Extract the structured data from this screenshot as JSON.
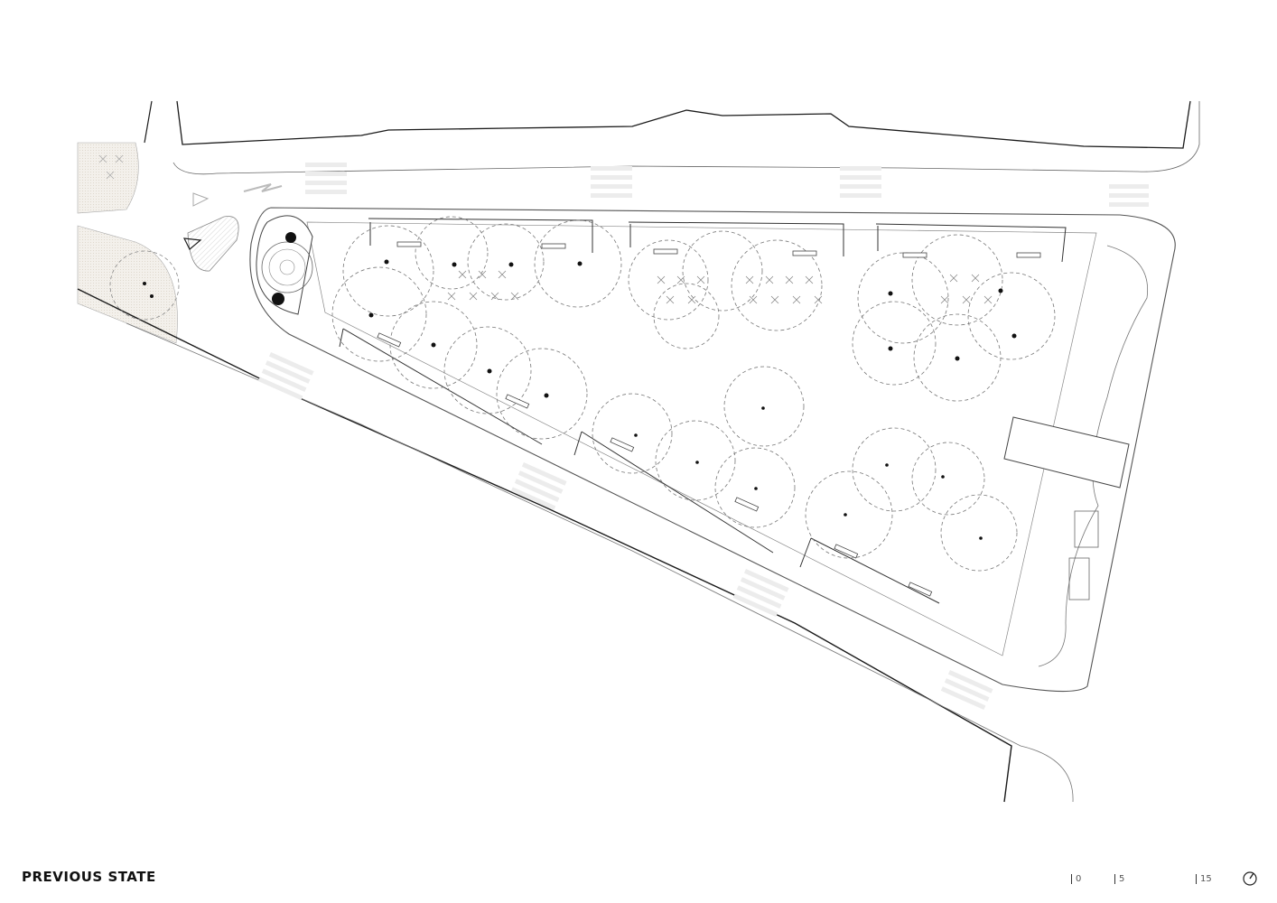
{
  "title": "PREVIOUS STATE",
  "scale_bar": {
    "ticks": [
      "0",
      "5",
      "15"
    ]
  },
  "icons": {
    "north": "north-arrow-icon"
  },
  "colors": {
    "line": "#1a1a1a",
    "light": "#9a9a9a",
    "paving": "#f2efea",
    "hatch": "#e6e6e6"
  }
}
